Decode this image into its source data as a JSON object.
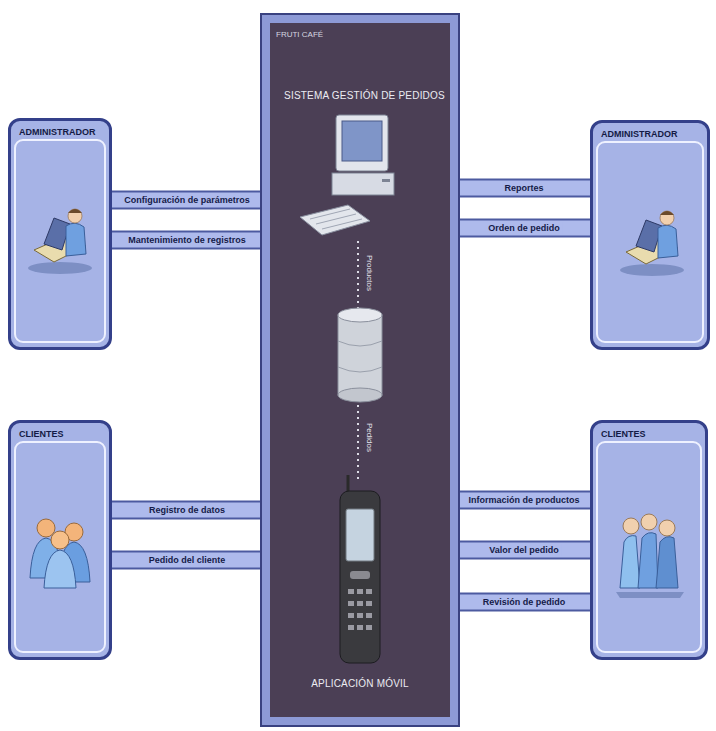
{
  "diagram": {
    "nodes": [
      {
        "text": [
          "ADMINISTRADOR"
        ]
      },
      {
        "text": [
          "FRUTI CAFÉ"
        ]
      },
      {
        "text": [
          "SISTEMA GESTIÓN DE PEDIDOS"
        ],
        "in": 1
      },
      {
        "text": [
          "ADMINISTRADOR"
        ]
      },
      {
        "text": [
          "CLIENTES"
        ]
      },
      {
        "text": [
          "APLICACIÓN MÓVIL"
        ],
        "in": 1
      },
      {
        "text": [
          "CLIENTES"
        ]
      }
    ],
    "edges": [
      {
        "from": 0,
        "to": 1,
        "label": "Configuración de parámetros",
        "arrow": "none"
      },
      {
        "from": 0,
        "to": 1,
        "label": "Mantenimiento de registros",
        "arrow": "none"
      },
      {
        "from": 1,
        "to": 3,
        "label": "Reportes",
        "arrow": "none"
      },
      {
        "from": 1,
        "to": 3,
        "label": "Orden de pedido",
        "arrow": "none"
      },
      {
        "from": 4,
        "to": 1,
        "label": "Registro de datos",
        "arrow": "none"
      },
      {
        "from": 4,
        "to": 1,
        "label": "Pedido del cliente",
        "arrow": "none"
      },
      {
        "from": 1,
        "to": 6,
        "label": "Información de productos",
        "arrow": "none"
      },
      {
        "from": 1,
        "to": 6,
        "label": "Valor del pedido",
        "arrow": "none"
      },
      {
        "from": 1,
        "to": 6,
        "label": "Revisión de pedido",
        "arrow": "none"
      }
    ],
    "labels": [
      "Productos",
      "Pedidos"
    ]
  }
}
